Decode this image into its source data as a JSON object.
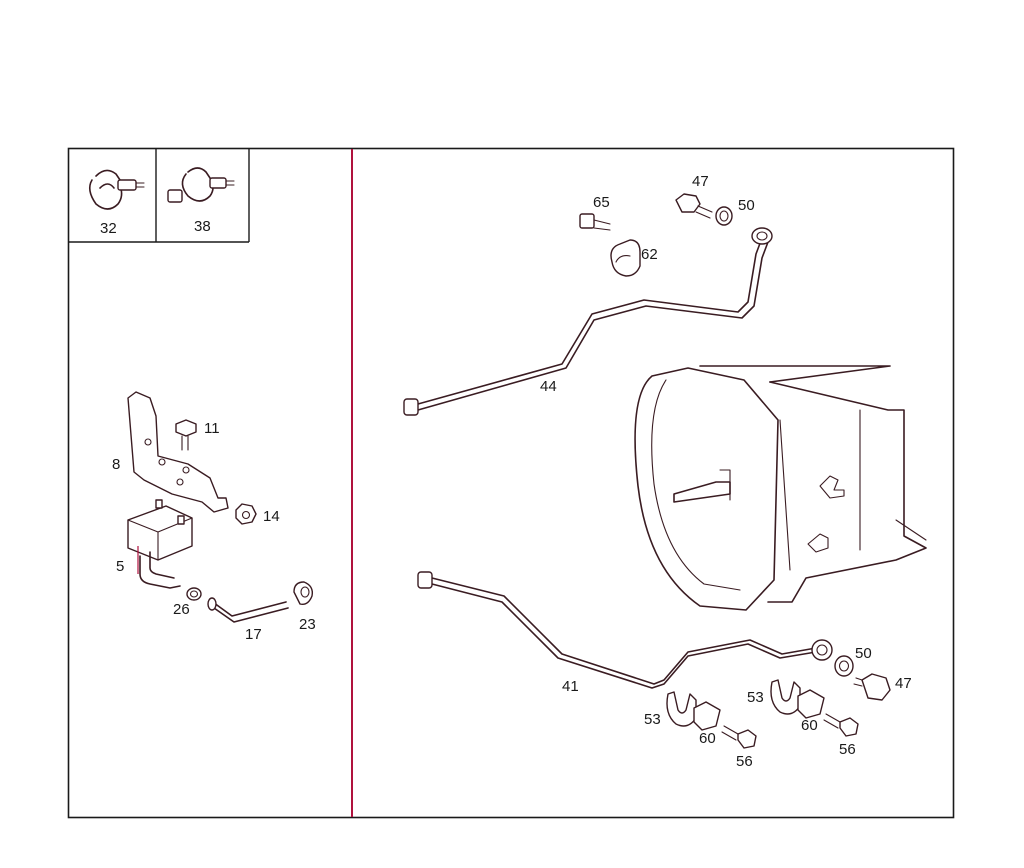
{
  "colors": {
    "frame": "#1a1a1a",
    "divider": "#b0123e",
    "line": "#3a1c22"
  },
  "inset_labels": [
    "32",
    "38"
  ],
  "left_labels": [
    "11",
    "8",
    "14",
    "5",
    "26",
    "17",
    "23"
  ],
  "right_labels": {
    "top": [
      "65",
      "47",
      "50",
      "62",
      "44"
    ],
    "bottom": [
      "41",
      "50",
      "47",
      "53",
      "60",
      "56",
      "53",
      "60",
      "56"
    ]
  }
}
